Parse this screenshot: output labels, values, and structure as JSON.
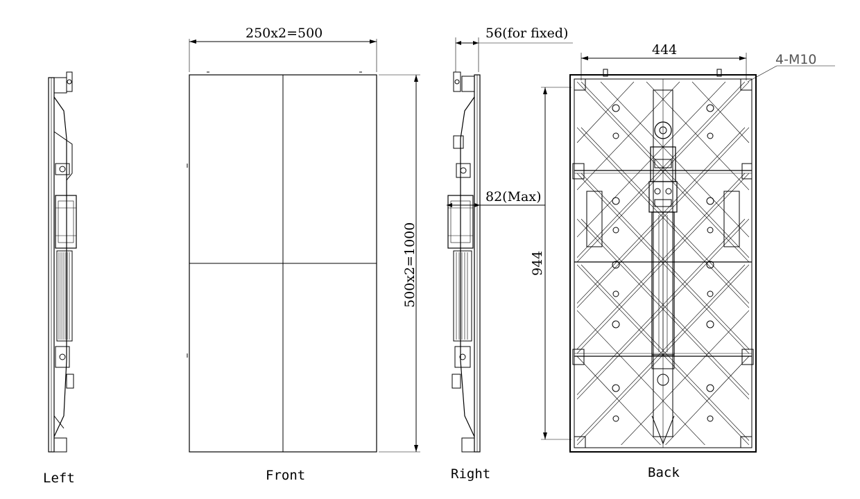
{
  "views": {
    "left": {
      "caption": "Left"
    },
    "front": {
      "caption": "Front",
      "width_dim": "250x2=500",
      "height_dim": "500x2=1000"
    },
    "right": {
      "caption": "Right",
      "fixed_depth_dim": "56(for fixed)",
      "max_depth_dim": "82(Max)"
    },
    "back": {
      "caption": "Back",
      "width_dim": "444",
      "height_dim": "944",
      "bolt_note": "4-M10"
    }
  }
}
